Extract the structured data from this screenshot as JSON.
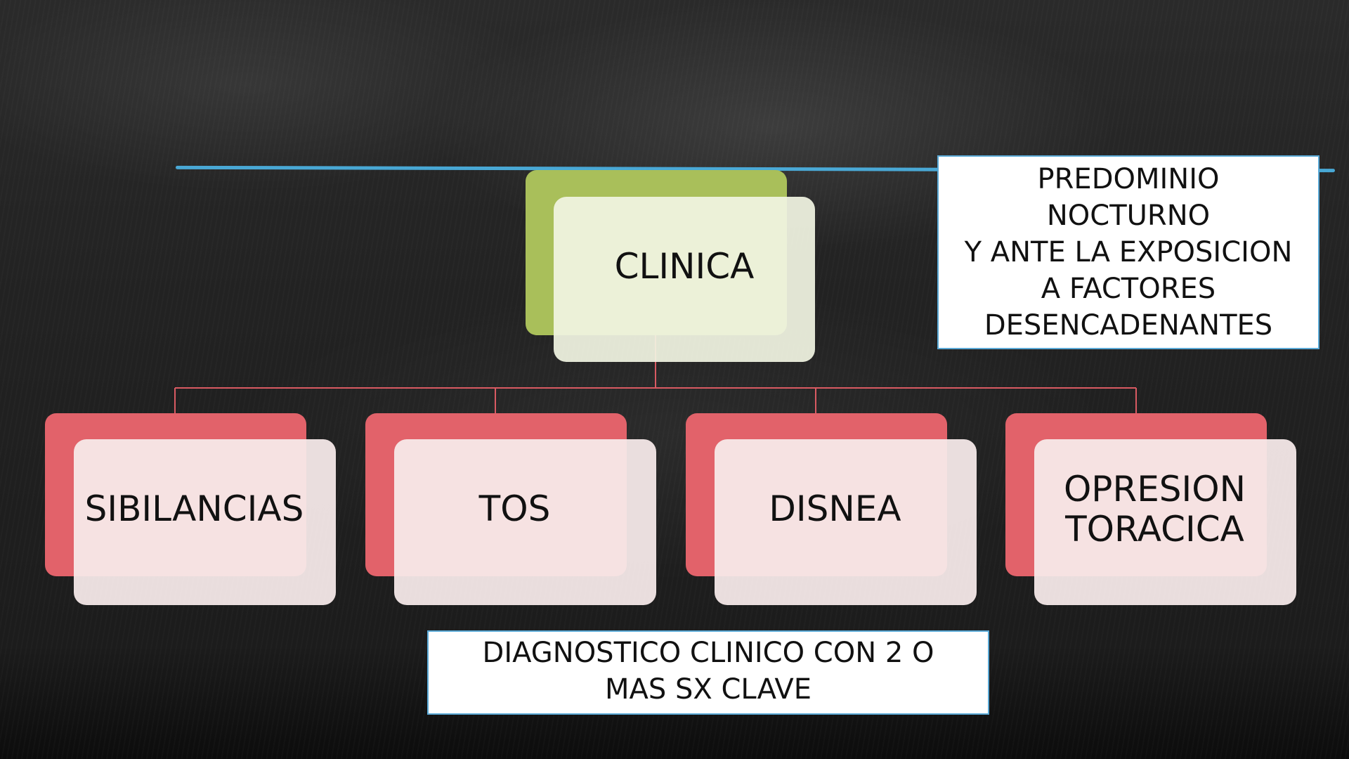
{
  "diagram": {
    "root": {
      "label": "CLINICA"
    },
    "children": [
      {
        "label": "SIBILANCIAS"
      },
      {
        "label": "TOS"
      },
      {
        "label": "DISNEA"
      },
      {
        "label_lines": [
          "OPRESION",
          "TORACICA"
        ]
      }
    ]
  },
  "notes": {
    "top_right": {
      "lines": [
        "PREDOMINIO",
        "NOCTURNO",
        "Y ANTE LA EXPOSICION",
        "A FACTORES",
        "DESENCADENANTES"
      ]
    },
    "bottom": {
      "lines": [
        "DIAGNOSTICO CLINICO CON 2 O",
        "MAS SX CLAVE"
      ]
    }
  },
  "colors": {
    "root_back": "#a9bf5a",
    "root_front": "#f1f4e2",
    "child_back": "#e2626a",
    "child_front": "#f7eaea",
    "connector": "#d95a62",
    "chalk_line": "#4db6e8",
    "note_border": "#5aa9d6"
  }
}
